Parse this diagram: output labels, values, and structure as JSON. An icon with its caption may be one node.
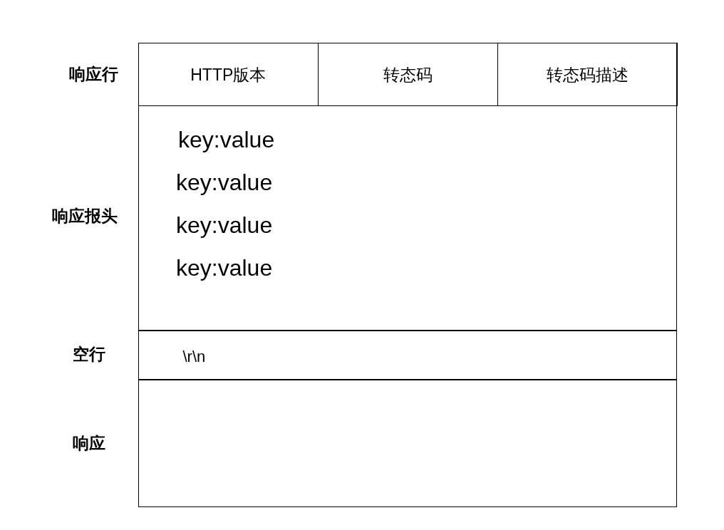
{
  "diagram": {
    "nodes": [
      {
        "text": [
          "响应行"
        ]
      },
      {
        "text": [
          "HTTP版本"
        ],
        "in": 0
      },
      {
        "text": [
          "转态码"
        ],
        "in": 0
      },
      {
        "text": [
          "转态码描述"
        ],
        "in": 0
      },
      {
        "text": [
          "响应报头",
          "key:value",
          "key:value",
          "key:value",
          "key:value"
        ]
      },
      {
        "text": [
          "空行",
          "\\r\\n"
        ]
      },
      {
        "text": [
          "响应"
        ]
      }
    ]
  }
}
